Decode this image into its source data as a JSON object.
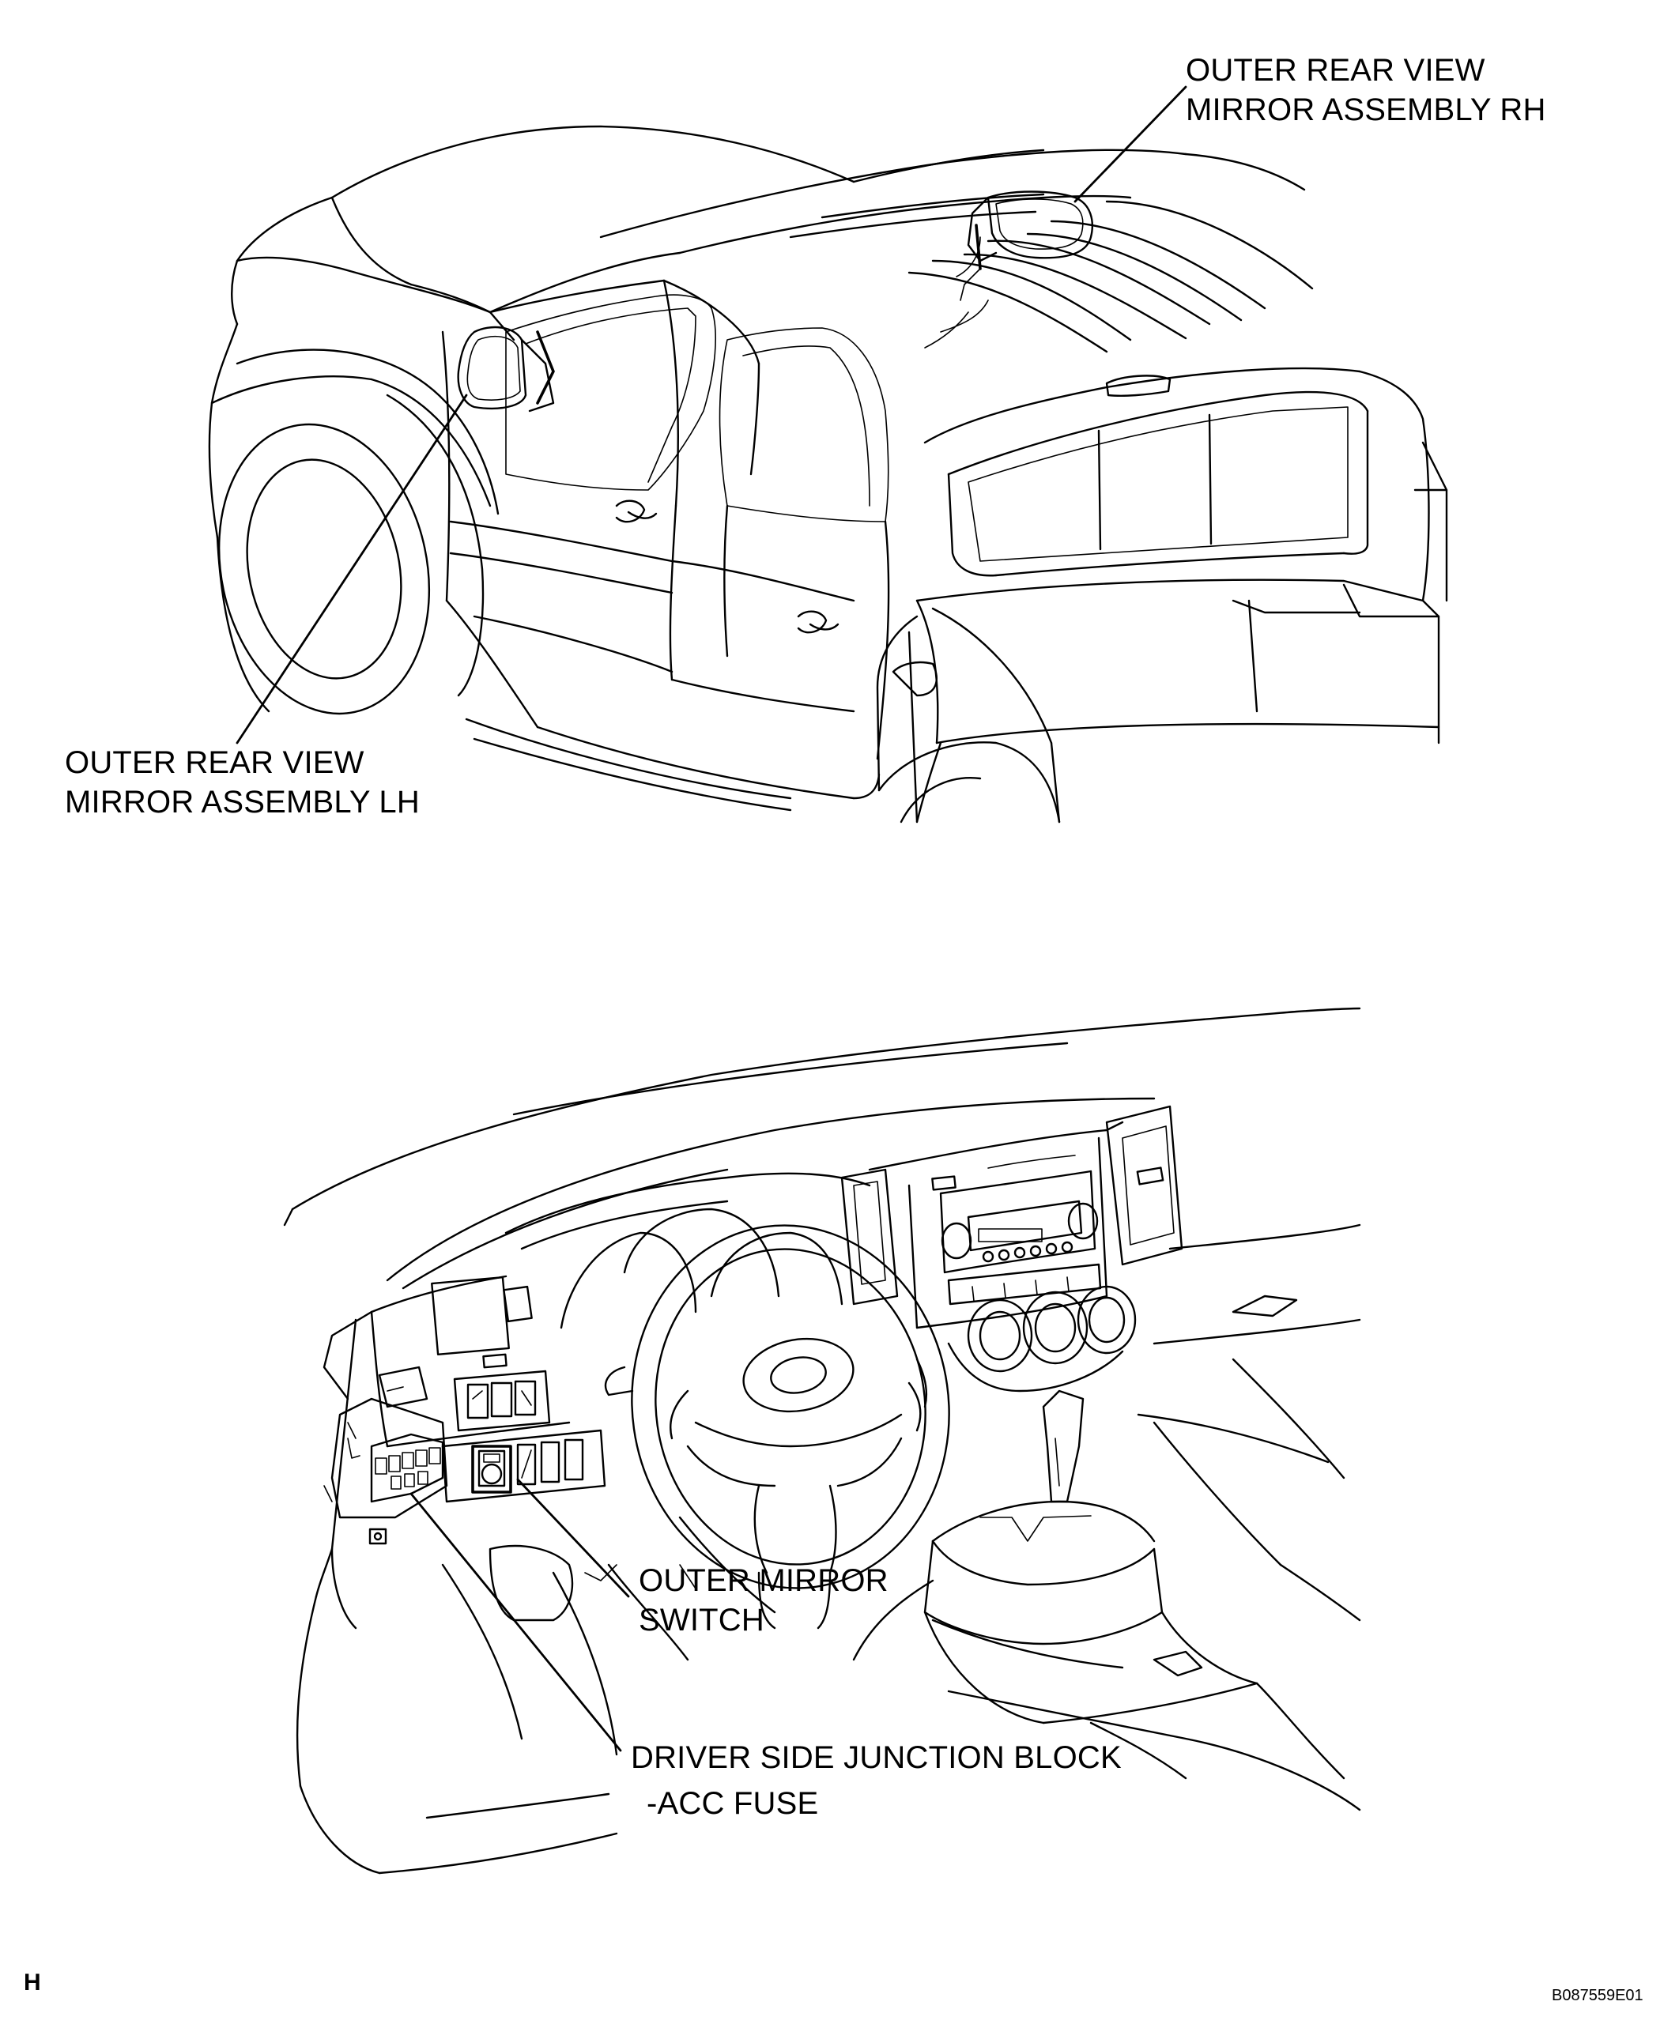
{
  "labels": {
    "mirror_rh": [
      "OUTER REAR VIEW",
      "MIRROR ASSEMBLY RH"
    ],
    "mirror_lh": [
      "OUTER REAR VIEW",
      "MIRROR ASSEMBLY LH"
    ],
    "outer_mirror_switch": [
      "OUTER MIRROR",
      "SWITCH"
    ],
    "junction_block": [
      "DRIVER SIDE JUNCTION BLOCK",
      "-ACC FUSE"
    ]
  },
  "corner_mark": "H",
  "figure_code": "B087559E01"
}
